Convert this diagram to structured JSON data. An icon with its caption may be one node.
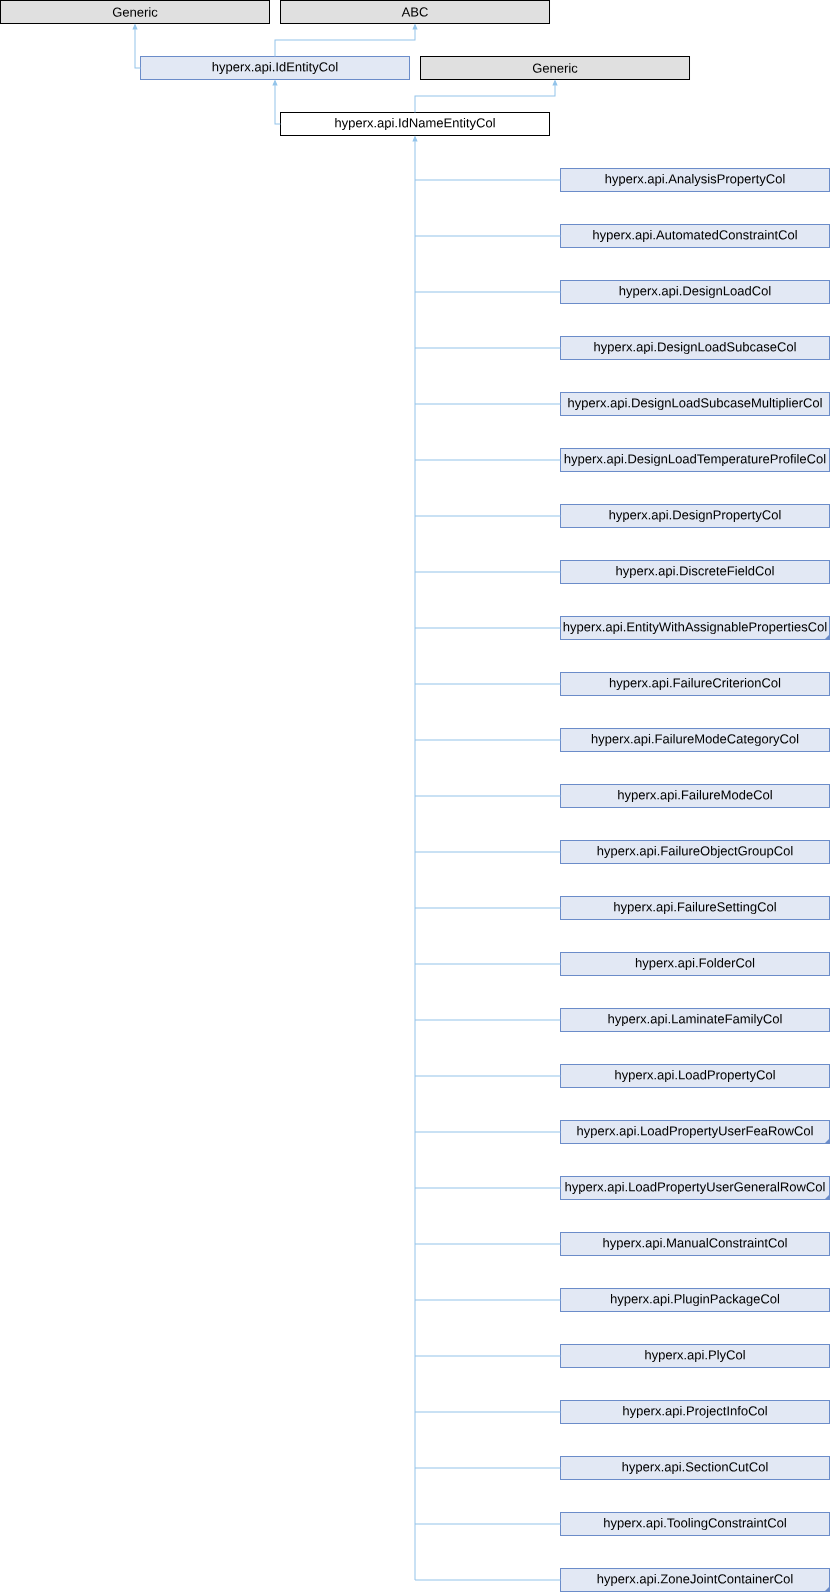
{
  "diagram": {
    "nodes": [
      {
        "text": [
          "Generic"
        ]
      },
      {
        "text": [
          "ABC"
        ]
      },
      {
        "text": [
          "hyperx.api.IdEntityCol"
        ]
      },
      {
        "text": [
          "Generic"
        ]
      },
      {
        "text": [
          "hyperx.api.IdNameEntityCol"
        ]
      },
      {
        "text": [
          "hyperx.api.AnalysisPropertyCol"
        ]
      },
      {
        "text": [
          "hyperx.api.AutomatedConstraintCol"
        ]
      },
      {
        "text": [
          "hyperx.api.DesignLoadCol"
        ]
      },
      {
        "text": [
          "hyperx.api.DesignLoadSubcaseCol"
        ]
      },
      {
        "text": [
          "hyperx.api.DesignLoadSubcaseMultiplierCol"
        ]
      },
      {
        "text": [
          "hyperx.api.DesignLoadTemperatureProfileCol"
        ]
      },
      {
        "text": [
          "hyperx.api.DesignPropertyCol"
        ]
      },
      {
        "text": [
          "hyperx.api.DiscreteFieldCol"
        ]
      },
      {
        "text": [
          "hyperx.api.EntityWithAssignablePropertiesCol"
        ]
      },
      {
        "text": [
          "hyperx.api.FailureCriterionCol"
        ]
      },
      {
        "text": [
          "hyperx.api.FailureModeCategoryCol"
        ]
      },
      {
        "text": [
          "hyperx.api.FailureModeCol"
        ]
      },
      {
        "text": [
          "hyperx.api.FailureObjectGroupCol"
        ]
      },
      {
        "text": [
          "hyperx.api.FailureSettingCol"
        ]
      },
      {
        "text": [
          "hyperx.api.FolderCol"
        ]
      },
      {
        "text": [
          "hyperx.api.LaminateFamilyCol"
        ]
      },
      {
        "text": [
          "hyperx.api.LoadPropertyCol"
        ]
      },
      {
        "text": [
          "hyperx.api.LoadPropertyUserFeaRowCol"
        ]
      },
      {
        "text": [
          "hyperx.api.LoadPropertyUserGeneralRowCol"
        ]
      },
      {
        "text": [
          "hyperx.api.ManualConstraintCol"
        ]
      },
      {
        "text": [
          "hyperx.api.PluginPackageCol"
        ]
      },
      {
        "text": [
          "hyperx.api.PlyCol"
        ]
      },
      {
        "text": [
          "hyperx.api.ProjectInfoCol"
        ]
      },
      {
        "text": [
          "hyperx.api.SectionCutCol"
        ]
      },
      {
        "text": [
          "hyperx.api.ToolingConstraintCol"
        ]
      },
      {
        "text": [
          "hyperx.api.ZoneJointContainerCol"
        ]
      }
    ],
    "edges": [
      {
        "from": 2,
        "to": 0,
        "arrow": "to"
      },
      {
        "from": 2,
        "to": 1,
        "arrow": "to"
      },
      {
        "from": 4,
        "to": 2,
        "arrow": "to"
      },
      {
        "from": 4,
        "to": 3,
        "arrow": "to"
      },
      {
        "from": 5,
        "to": 4,
        "arrow": "to"
      },
      {
        "from": 6,
        "to": 4,
        "arrow": "to"
      },
      {
        "from": 7,
        "to": 4,
        "arrow": "to"
      },
      {
        "from": 8,
        "to": 4,
        "arrow": "to"
      },
      {
        "from": 9,
        "to": 4,
        "arrow": "to"
      },
      {
        "from": 10,
        "to": 4,
        "arrow": "to"
      },
      {
        "from": 11,
        "to": 4,
        "arrow": "to"
      },
      {
        "from": 12,
        "to": 4,
        "arrow": "to"
      },
      {
        "from": 13,
        "to": 4,
        "arrow": "to"
      },
      {
        "from": 14,
        "to": 4,
        "arrow": "to"
      },
      {
        "from": 15,
        "to": 4,
        "arrow": "to"
      },
      {
        "from": 16,
        "to": 4,
        "arrow": "to"
      },
      {
        "from": 17,
        "to": 4,
        "arrow": "to"
      },
      {
        "from": 18,
        "to": 4,
        "arrow": "to"
      },
      {
        "from": 19,
        "to": 4,
        "arrow": "to"
      },
      {
        "from": 20,
        "to": 4,
        "arrow": "to"
      },
      {
        "from": 21,
        "to": 4,
        "arrow": "to"
      },
      {
        "from": 22,
        "to": 4,
        "arrow": "to"
      },
      {
        "from": 23,
        "to": 4,
        "arrow": "to"
      },
      {
        "from": 24,
        "to": 4,
        "arrow": "to"
      },
      {
        "from": 25,
        "to": 4,
        "arrow": "to"
      },
      {
        "from": 26,
        "to": 4,
        "arrow": "to"
      },
      {
        "from": 27,
        "to": 4,
        "arrow": "to"
      },
      {
        "from": 28,
        "to": 4,
        "arrow": "to"
      },
      {
        "from": 29,
        "to": 4,
        "arrow": "to"
      },
      {
        "from": 30,
        "to": 4,
        "arrow": "to"
      }
    ]
  }
}
